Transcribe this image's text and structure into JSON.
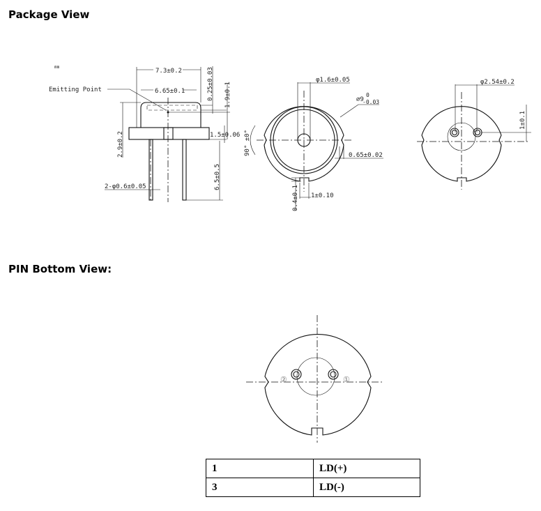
{
  "headings": {
    "package": "Package View",
    "pin": "PIN Bottom View:"
  },
  "side_view": {
    "unit": "mm",
    "emitting_point": "Emitting Point",
    "w_flange": "7.3±0.2",
    "w_cap": "6.65±0.1",
    "window": "0.25±0.03",
    "cap_h": "1.9±0.1",
    "total_h": "2.9±0.2",
    "flange_h": "1.5±0.06",
    "pin_len": "6.5±0.5",
    "pin_d": "2-φ0.6±0.05"
  },
  "front_view": {
    "window_d": "φ1.6±0.05",
    "outer_d": "⌀9",
    "tol_upper": "0",
    "tol_lower": "-0.03",
    "angle": "90° ±0°",
    "notch_depth": "0.65±0.02",
    "key_depth": "0.4±0.1",
    "key_width": "1±0.10"
  },
  "rear_view": {
    "pin_pitch": "φ2.54±0.2",
    "pin_offset": "1±0.1"
  },
  "bottom_view": {
    "pin2": "②",
    "pin1": "①"
  },
  "pin_table": [
    {
      "pin": "1",
      "function": "LD(+)"
    },
    {
      "pin": "3",
      "function": "LD(-)"
    }
  ]
}
